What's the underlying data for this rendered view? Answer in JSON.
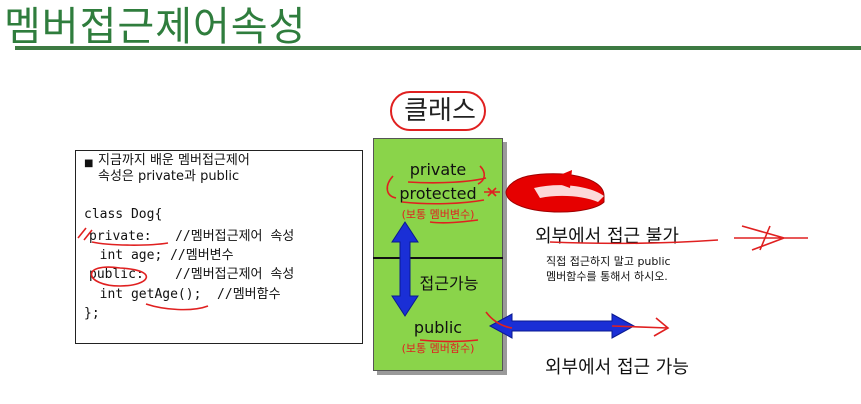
{
  "title": "멤버접근제어속성",
  "class_label": "클래스",
  "code": {
    "intro_line1": "지금까지 배운 멤버접근제어",
    "intro_line2": "속성은 private과 public",
    "lines": [
      "class Dog{",
      "private:   //멤버접근제어 속성",
      "  int age; //멤버변수",
      "public:    //멤버접근제어 속성",
      "  int getAge();  //멤버함수",
      "};"
    ]
  },
  "box": {
    "private": "private",
    "protected": "protected",
    "var_note": "(보통 멤버변수)",
    "access_ok": "접근가능",
    "public": "public",
    "func_note": "(보통 멤버함수)"
  },
  "right": {
    "no_access": "외부에서 접근 불가",
    "hint_line1": "직접 접근하지 말고 public",
    "hint_line2": "멤버함수를 통해서 하시오.",
    "access": "외부에서 접근 가능"
  },
  "colors": {
    "title": "#2f7d3d",
    "box_fill": "#8ad44a",
    "annotation": "#e02020",
    "arrow_blue": "#1a2fd6"
  }
}
